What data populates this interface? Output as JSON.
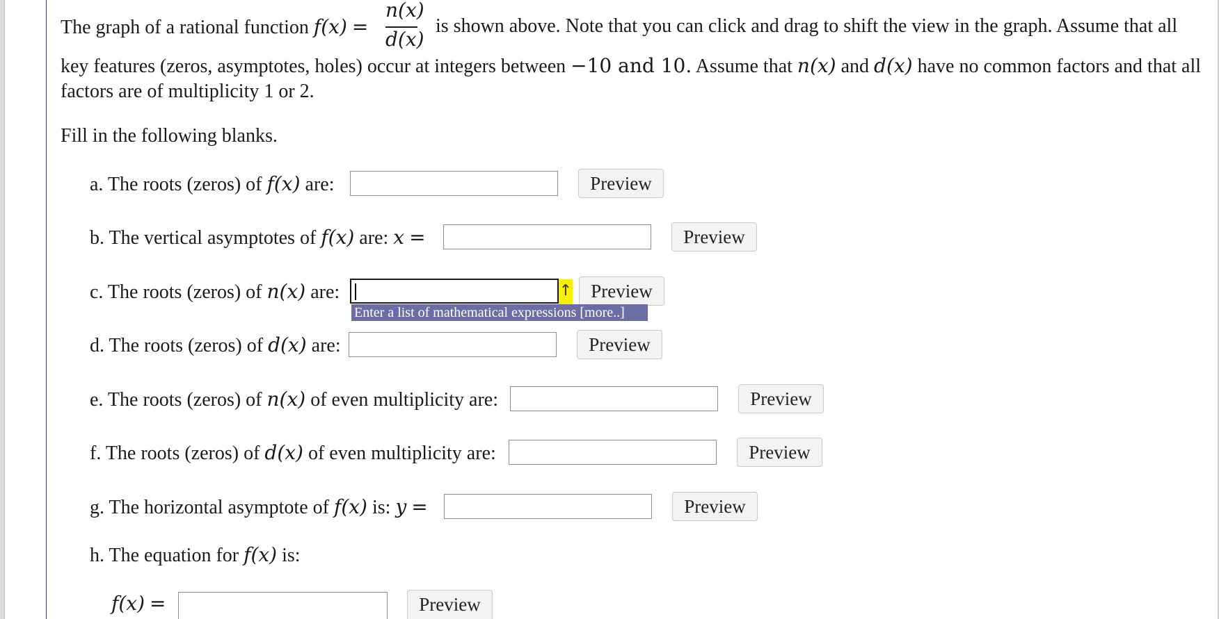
{
  "intro": {
    "line1_pre": "The graph of a rational function",
    "fx": "f(x)",
    "eq": "=",
    "num": "n(x)",
    "den": "d(x)",
    "line1_post": "is shown above. Note that you can click and drag to shift the view in the graph. Assume that all",
    "line2_pre": "key features (zeros, asymptotes, holes) occur at integers between",
    "range": "−10 and 10.",
    "line2_mid": "Assume that",
    "nx": "n(x)",
    "and": "and",
    "dx": "d(x)",
    "line2_post": "have no common factors and that all",
    "line3": "factors are of multiplicity 1 or 2."
  },
  "instruction": "Fill in the following blanks.",
  "questions": {
    "a": {
      "text": "a. The roots (zeros) of",
      "fn": "f(x)",
      "after": "are:",
      "value": "",
      "preview": "Preview"
    },
    "b": {
      "text": "b. The vertical asymptotes of",
      "fn": "f(x)",
      "after": "are:",
      "var": "x",
      "eq": "=",
      "value": "",
      "preview": "Preview"
    },
    "c": {
      "text": "c. The roots (zeros) of",
      "fn": "n(x)",
      "after": "are:",
      "value": "",
      "preview": "Preview",
      "helper_icon": "↑",
      "tooltip": "Enter a list of mathematical expressions [more..]"
    },
    "d": {
      "text": "d. The roots (zeros) of",
      "fn": "d(x)",
      "after": "are:",
      "value": "",
      "preview": "Preview"
    },
    "e": {
      "text": "e. The roots (zeros) of",
      "fn": "n(x)",
      "after": "of even multiplicity are:",
      "value": "",
      "preview": "Preview"
    },
    "f": {
      "text": "f. The roots (zeros) of",
      "fn": "d(x)",
      "after": "of even multiplicity are:",
      "value": "",
      "preview": "Preview"
    },
    "g": {
      "text": "g. The horizontal asymptote of",
      "fn": "f(x)",
      "after": "is:",
      "var": "y",
      "eq": "=",
      "value": "",
      "preview": "Preview"
    },
    "h": {
      "text": "h. The equation for",
      "fn": "f(x)",
      "after": "is:"
    },
    "h_answer": {
      "fn": "f(x)",
      "eq": "=",
      "value": "",
      "preview": "Preview"
    }
  },
  "colors": {
    "tooltip_bg": "#6d6da6",
    "helper_bg": "#f6f000",
    "border_accent": "#3a3aa8"
  }
}
